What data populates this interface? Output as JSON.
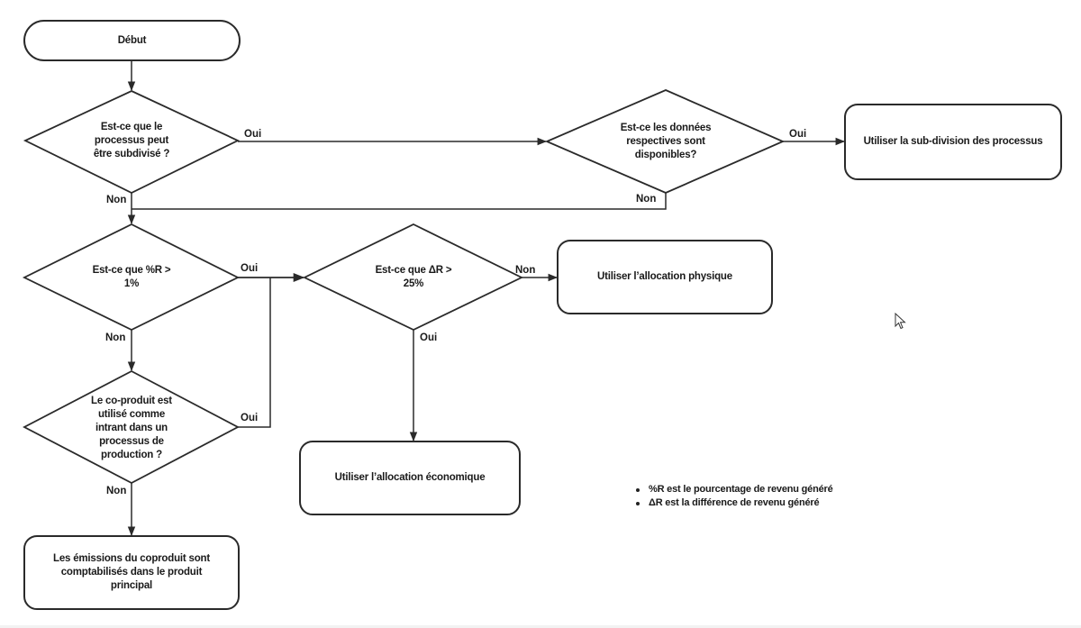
{
  "diagram": {
    "title": "Arbre de décision d'allocation des coproduits",
    "nodes": {
      "start": {
        "type": "terminal",
        "label": "Début"
      },
      "q_subdivide": {
        "type": "decision",
        "label": "Est-ce que le\nprocessus peut\nêtre subdivisé ?"
      },
      "q_data": {
        "type": "decision",
        "label": "Est-ce les données\nrespectives sont\ndisponibles?"
      },
      "use_subdivision": {
        "type": "process",
        "label": "Utiliser la sub-division des processus"
      },
      "q_pct_r": {
        "type": "decision",
        "label": "Est-ce que %R >\n1%"
      },
      "q_delta_r": {
        "type": "decision",
        "label": "Est-ce que ΔR >\n25%"
      },
      "use_physical": {
        "type": "process",
        "label": "Utiliser l’allocation physique"
      },
      "q_coproduct": {
        "type": "decision",
        "label": "Le co-produit  est\nutilisé comme\nintrant dans un\nprocessus de\nproduction  ?"
      },
      "use_economic": {
        "type": "process",
        "label": "Utiliser l’allocation économique"
      },
      "emissions_main": {
        "type": "process",
        "label": "Les émissions du coproduit  sont\ncomptabilisés dans le produit\nprincipal"
      }
    },
    "edges": [
      {
        "from": "start",
        "to": "q_subdivide",
        "label": ""
      },
      {
        "from": "q_subdivide",
        "to": "q_data",
        "label": "Oui"
      },
      {
        "from": "q_data",
        "to": "use_subdivision",
        "label": "Oui"
      },
      {
        "from": "q_subdivide",
        "to": "q_pct_r",
        "label": "Non"
      },
      {
        "from": "q_data",
        "to": "q_pct_r",
        "label": "Non"
      },
      {
        "from": "q_pct_r",
        "to": "q_delta_r",
        "label": "Oui"
      },
      {
        "from": "q_pct_r",
        "to": "q_coproduct",
        "label": "Non"
      },
      {
        "from": "q_delta_r",
        "to": "use_physical",
        "label": "Non"
      },
      {
        "from": "q_delta_r",
        "to": "use_economic",
        "label": "Oui"
      },
      {
        "from": "q_coproduct",
        "to": "q_delta_r",
        "label": "Oui"
      },
      {
        "from": "q_coproduct",
        "to": "emissions_main",
        "label": "Non"
      }
    ],
    "edge_labels": {
      "subdivide_yes": "Oui",
      "subdivide_no": "Non",
      "data_yes": "Oui",
      "data_no": "Non",
      "pct_yes": "Oui",
      "pct_no": "Non",
      "delta_no": "Non",
      "delta_yes": "Oui",
      "coproduct_yes": "Oui",
      "coproduct_no": "Non"
    },
    "legend": [
      "%R est le pourcentage de revenu généré",
      "ΔR est la différence de revenu généré"
    ]
  },
  "colors": {
    "stroke": "#2a2a2a",
    "text": "#1a1a1a",
    "background": "#ffffff"
  }
}
